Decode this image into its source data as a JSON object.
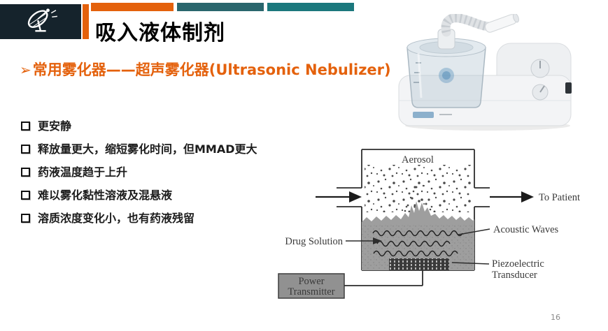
{
  "header": {
    "title": "吸入液体制剂"
  },
  "subtitle": {
    "bullet": "➢",
    "text": "常用雾化器——超声雾化器(Ultrasonic Nebulizer)"
  },
  "bullets": {
    "items": [
      "更安静",
      "释放量更大，缩短雾化时间，但MMAD更大",
      "药液温度趋于上升",
      "难以雾化黏性溶液及混悬液",
      "溶质浓度变化小，也有药液残留"
    ]
  },
  "diagram": {
    "aerosol": "Aerosol",
    "to_patient": "To Patient",
    "drug_solution": "Drug Solution",
    "acoustic_waves": "Acoustic Waves",
    "piezoelectric_line1": "Piezoelectric",
    "piezoelectric_line2": "Transducer",
    "power_line1": "Power",
    "power_line2": "Transmitter"
  },
  "page": {
    "number": "16"
  },
  "colors": {
    "accent_orange": "#E4610C",
    "bar_teal_1": "#2A666D",
    "bar_teal_2": "#1B787D",
    "logo_bg": "#15232C",
    "liquid_gray": "#9E9E9E"
  }
}
